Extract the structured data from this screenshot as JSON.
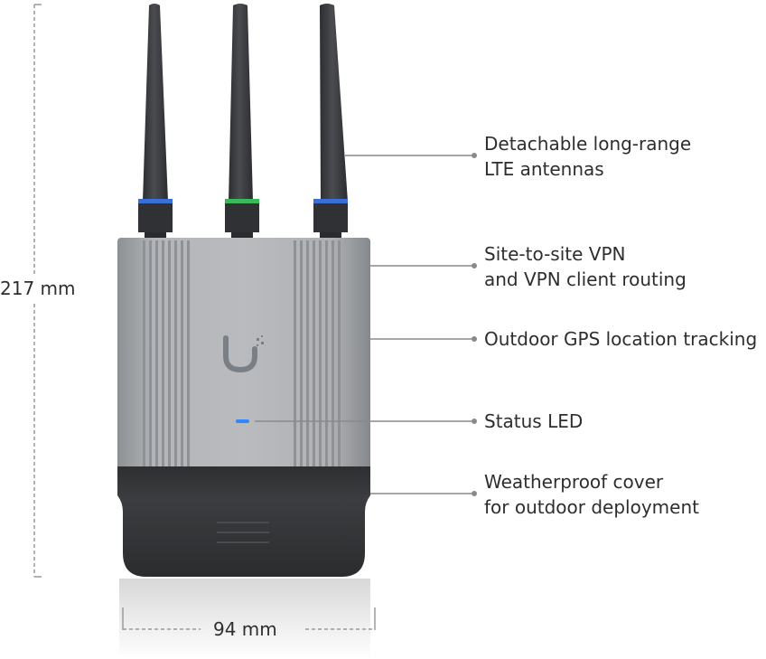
{
  "dimensions": {
    "height_label": "217 mm",
    "width_label": "94 mm"
  },
  "callouts": [
    {
      "id": "antennas",
      "line1": "Detachable long-range",
      "line2": "LTE antennas"
    },
    {
      "id": "vpn",
      "line1": "Site-to-site VPN",
      "line2": "and VPN client routing"
    },
    {
      "id": "gps",
      "line1": "Outdoor GPS location tracking",
      "line2": ""
    },
    {
      "id": "led",
      "line1": "Status LED",
      "line2": ""
    },
    {
      "id": "cover",
      "line1": "Weatherproof cover",
      "line2": "for outdoor deployment"
    }
  ],
  "colors": {
    "antenna_body": "#3d3f42",
    "antenna_ring_blue": "#3a6fd8",
    "antenna_ring_green": "#3bb85a",
    "housing_silver": "#a8aaad",
    "cover_dark": "#37383a",
    "status_led": "#2f86ff",
    "logo": "#7a7f86",
    "callout_line": "#8a8a8a",
    "dimension_line": "#9a9a9a"
  }
}
